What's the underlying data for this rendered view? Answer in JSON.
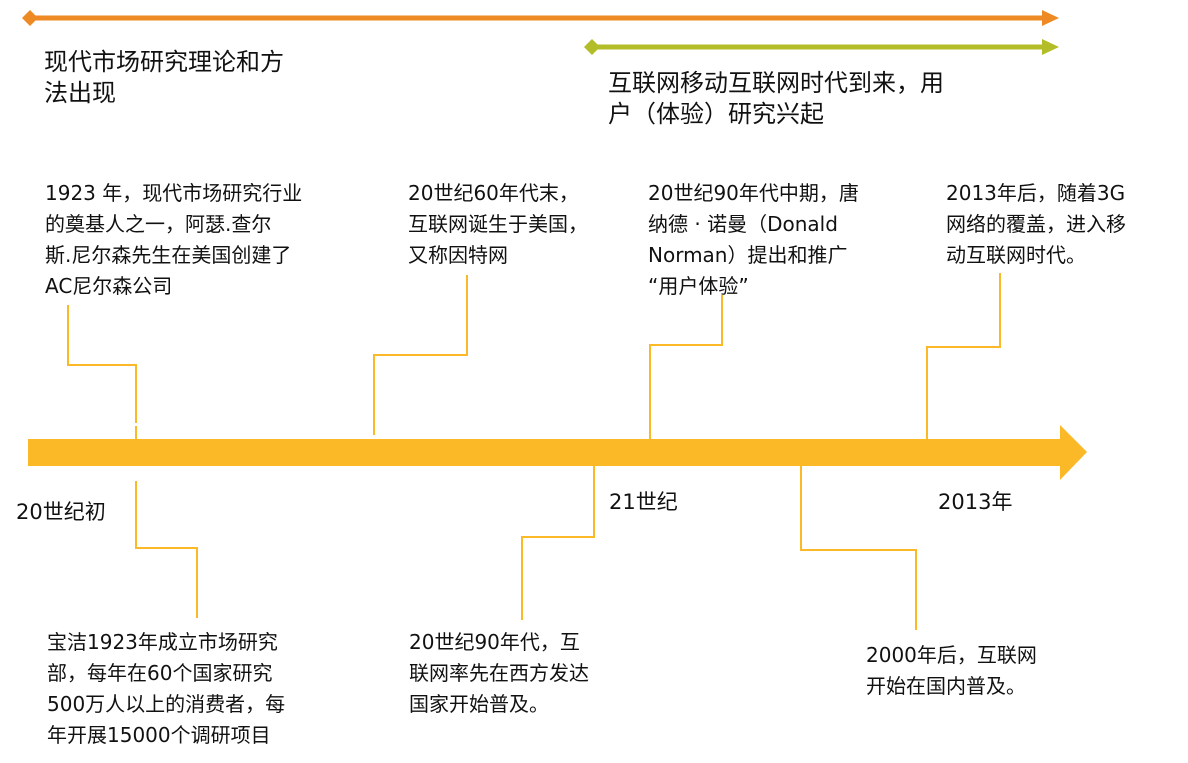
{
  "colors": {
    "orange": "#ee8a23",
    "green": "#b3bd27",
    "timeline": "#fbb827"
  },
  "eras": [
    {
      "text": "现代市场研究理论和方\n法出现"
    },
    {
      "text": "互联网移动互联网时代到来，用\n户（体验）研究兴起"
    }
  ],
  "events_above": [
    {
      "text": "1923 年，现代市场研究行业\n的奠基人之一，阿瑟.查尔\n斯.尼尔森先生在美国创建了\nAC尼尔森公司"
    },
    {
      "text": "20世纪60年代末，\n互联网诞生于美国，\n又称因特网"
    },
    {
      "text": "20世纪90年代中期，唐\n纳德 · 诺曼（Donald\nNorman）提出和推广\n“用户体验”"
    },
    {
      "text": "2013年后，随着3G\n网络的覆盖，进入移\n动互联网时代。"
    }
  ],
  "events_below": [
    {
      "text": "宝洁1923年成立市场研究\n部，每年在60个国家研究\n500万人以上的消费者，每\n年开展15000个调研项目"
    },
    {
      "text": "20世纪90年代，互\n联网率先在西方发达\n国家开始普及。"
    },
    {
      "text": "2000年后，互联网\n开始在国内普及。"
    }
  ],
  "axis_labels": [
    "20世纪初",
    "21世纪",
    "2013年"
  ]
}
